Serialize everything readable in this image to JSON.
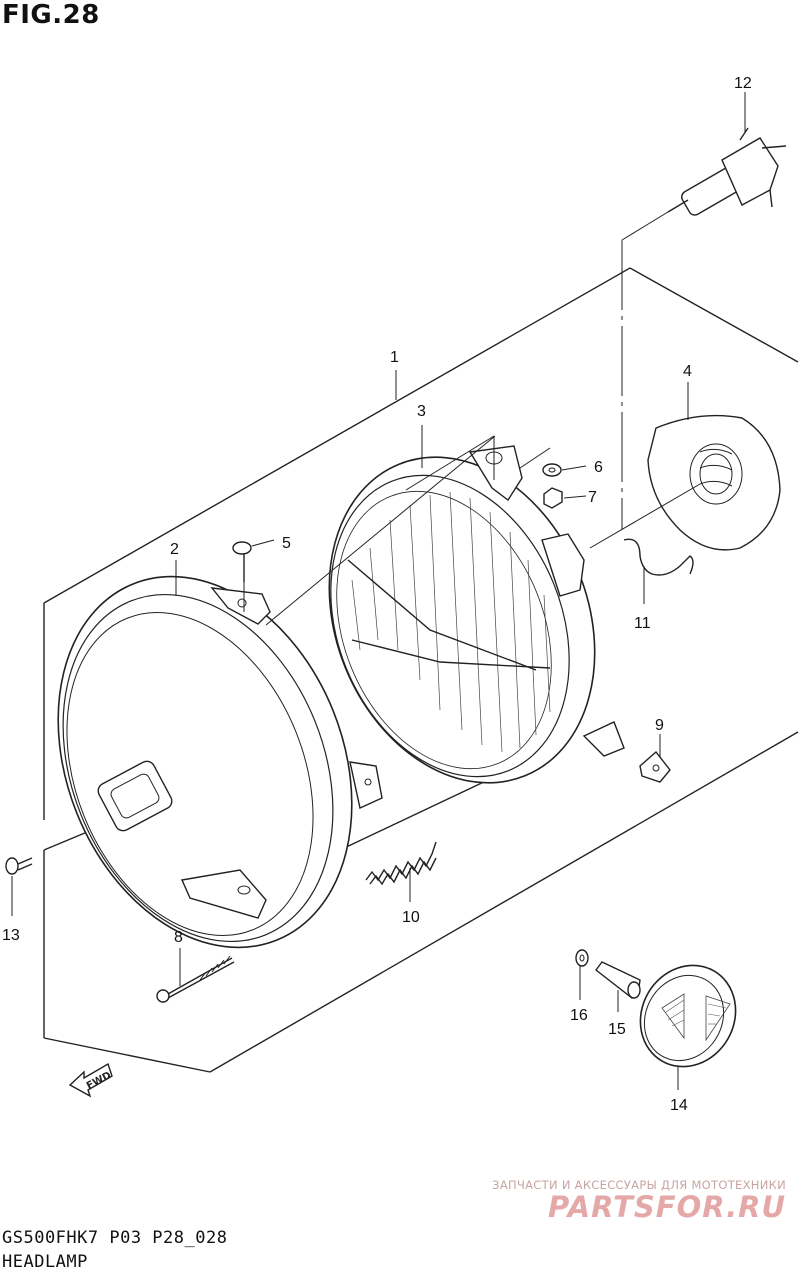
{
  "figure": {
    "title": "FIG.28",
    "model_code": "GS500FHK7  P03 P28_028",
    "section_name": "HEADLAMP"
  },
  "parts": [
    {
      "number": "1"
    },
    {
      "number": "2"
    },
    {
      "number": "3"
    },
    {
      "number": "4"
    },
    {
      "number": "5"
    },
    {
      "number": "6"
    },
    {
      "number": "7"
    },
    {
      "number": "8"
    },
    {
      "number": "9"
    },
    {
      "number": "10"
    },
    {
      "number": "11"
    },
    {
      "number": "12"
    },
    {
      "number": "13"
    },
    {
      "number": "14"
    },
    {
      "number": "15"
    },
    {
      "number": "16"
    }
  ],
  "direction_marker": {
    "label": "FWD"
  },
  "watermark": {
    "tagline": "ЗАПЧАСТИ И АКСЕССУАРЫ ДЛЯ МОТОТЕХНИКИ",
    "brand": "PARTSFOR.RU"
  }
}
